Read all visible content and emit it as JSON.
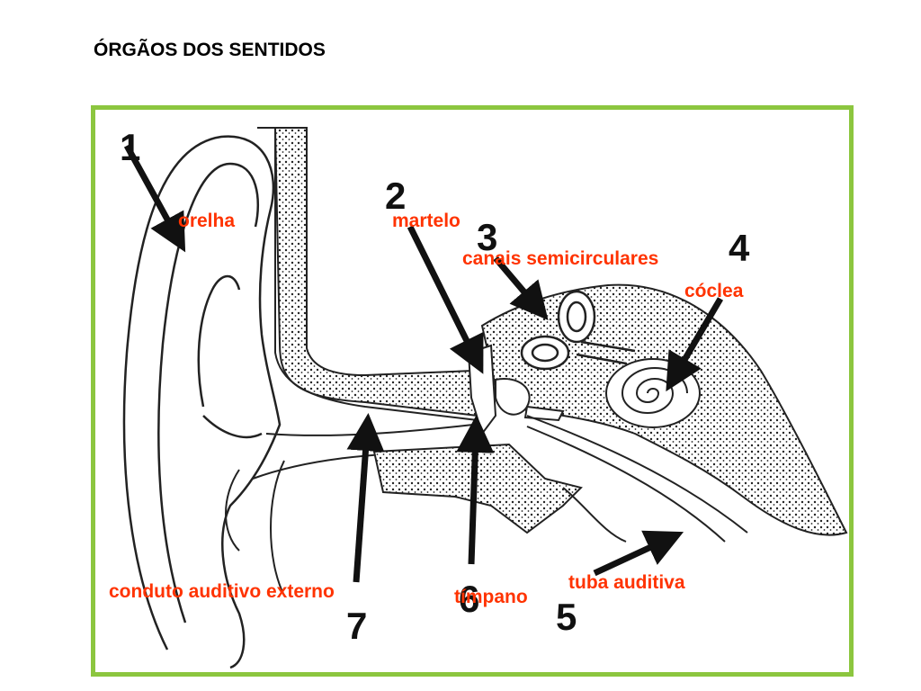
{
  "page": {
    "title": "ÓRGÃOS DOS SENTIDOS"
  },
  "diagram": {
    "colors": {
      "frame": "#8cc63f",
      "label": "#ff3300",
      "lines": "#111111"
    },
    "numbers": [
      "1",
      "2",
      "3",
      "4",
      "5",
      "6",
      "7"
    ],
    "labels": {
      "orelha": "orelha",
      "martelo": "martelo",
      "canais": "canais semicirculares",
      "coclea": "cóclea",
      "tuba": "tuba auditiva",
      "timpano": "tímpano",
      "conduto": "conduto auditivo externo"
    }
  }
}
